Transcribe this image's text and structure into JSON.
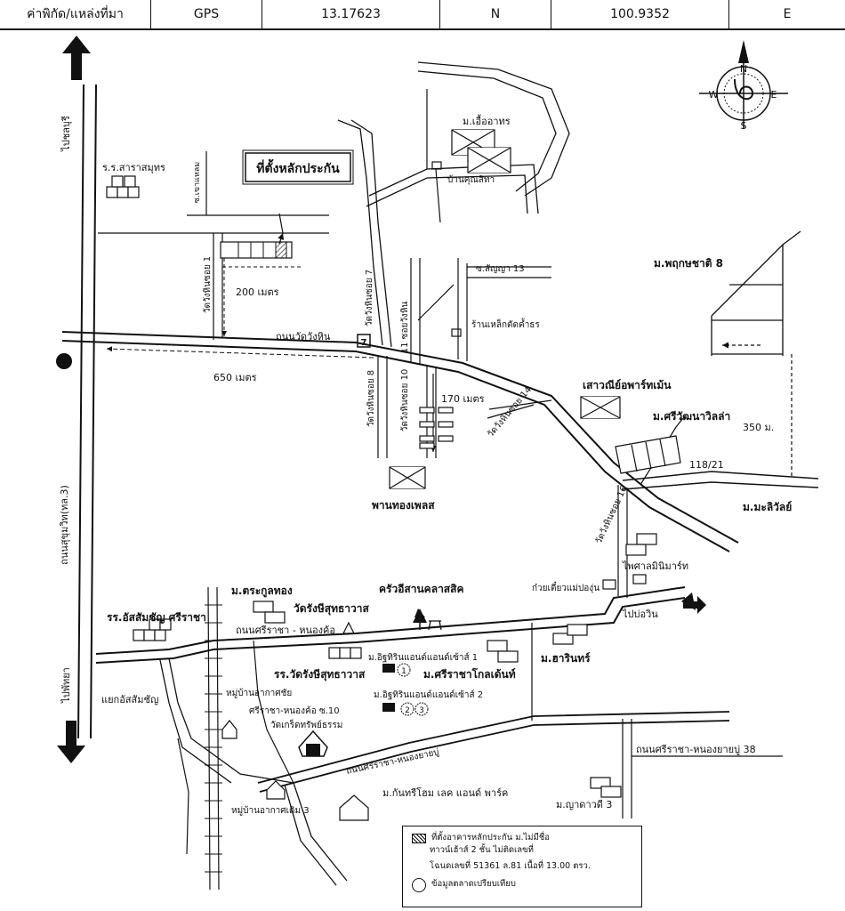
{
  "header": {
    "label": "ค่าพิกัด/แหล่งที่มา",
    "source": "GPS",
    "lat": "13.17623",
    "lat_dir": "N",
    "lon": "100.9352",
    "lon_dir": "E"
  },
  "compass": {
    "n": "N",
    "s": "S",
    "e": "E",
    "w": "W"
  },
  "title_box": "ที่ตั้งหลักประกัน",
  "directions": {
    "top_left": "ไปชลบุรี",
    "bottom_left": "ไปพัทยา",
    "right": "ไปบ่อวิน"
  },
  "roads": {
    "sukhumvit": "ถนนสุขุมวิท(ทล.3)",
    "wangkhu": "ถนนวัดวังหิน",
    "sriracha_nongkho": "ถนนศรีราชา - หนองค้อ",
    "sriracha_nongyaibu": "ถนนศรีราชา-หนองยายบู่",
    "sriracha_nongyaibu_38": "ถนนศรีราชา-หนองยายบู่ 38",
    "soi1": "วัดวังหินซอย 1",
    "soi7": "วัดวังหินซอย 7",
    "soi8": "วัดวังหินซอย 8",
    "soi10": "วัดวังหินซอย 10",
    "soi11": "11 ซอยวังหิน",
    "soi14": "วัดวังหินซอย 14",
    "soi16": "วัดวังหินซอย 16",
    "nongkho10": "ศรีราชา-หนองค้อ ซ.10",
    "soi_sanya13": "ซ.สัญญา 13",
    "soi_top": "ซ.เขาแหลม",
    "junction": "แยกอัสสัมชัญ"
  },
  "distances": {
    "d200": "200 เมตร",
    "d650": "650 เมตร",
    "d170": "170 เมตร",
    "d350": "350 ม."
  },
  "places": {
    "school_top": "ร.ร.สาราสมุทร",
    "muan_eua": "ม.เอื้ออาทร",
    "baan_khun": "บ้านคุณสิทา",
    "hardware": "ร้านเหล็กตัดค้ำธร",
    "phruksachat": "ม.พฤกษชาติ 8",
    "seaside_apart": "เสาวณีย์อพาร์ทเม้น",
    "sri_villa": "ม.ศรีวัฒนาวิลล่า",
    "code": "118/21",
    "malivan": "ม.มะลิวัลย์",
    "phan_thong": "พานทองเพลส",
    "phaisan": "ไพศาลมินิมาร์ท",
    "kuaytiew": "ก๋วยเตี๋ยวแม่ปองุ่น",
    "trakoon": "ม.ตระกูลทอง",
    "wat_rangsi": "วัดรังษีสุทธาวาส",
    "krua_isan": "ครัวอีสานคลาสสิค",
    "assumption": "รร.อัสสัมชัญ ศรีราชา",
    "school_wat": "รร.วัดรังษีสุทธาวาส",
    "sky1": "ม.อิฐทิรินแอนด์แอนด์เซ้าส์ 1",
    "sky2": "ม.อิฐทิรินแอนด์แอนด์เซ้าส์ 2",
    "golden": "ม.ศรีราชาโกลเด้นท์",
    "harin": "ม.ฮารินทร์",
    "village_ch": "หมู่บ้านอากาศชัย",
    "wat_nearby": "วัดเกร็ดทรัพย์ธรรม",
    "village_3": "หมู่บ้านอากาศเดิม 3",
    "kanphai": "ม.กันทรีโฮม เลค แอนด์ พาร์ค",
    "yada": "ม.ญาดาวดี 3"
  },
  "legend": {
    "line1": "ที่ตั้งอาคารหลักประกัน ม.ไม่มีชื่อ",
    "line2": "ทาวน์เฮ้าส์ 2 ชั้น  ไม่ติดเลขที่",
    "line3": "โฉนดเลขที่ 51361  ล.81  เนื้อที่ 13.00 ตรว.",
    "line4": "ข้อมูลตลาดเปรียบเทียบ"
  },
  "markers": [
    "1",
    "2",
    "3"
  ]
}
